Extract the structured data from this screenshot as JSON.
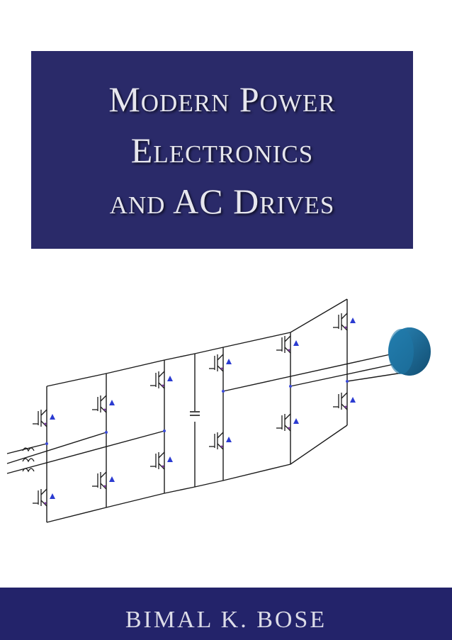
{
  "cover": {
    "title_lines": [
      "Modern Power",
      "Electronics",
      "and AC Drives"
    ],
    "author": "BIMAL K. BOSE"
  },
  "colors": {
    "title_panel": "#2a2a69",
    "author_band": "#23236a",
    "title_text": "#e6e6ee",
    "circuit_line": "#1a1a1a",
    "diode": "#2b3bd1",
    "gate_mark": "#7a3aa0",
    "motor": "#1b6b95"
  },
  "icons": {
    "switch": "igbt-with-diode-icon",
    "motor": "ac-motor-icon",
    "inductor": "inductor-icon",
    "capacitor": "capacitor-icon"
  }
}
